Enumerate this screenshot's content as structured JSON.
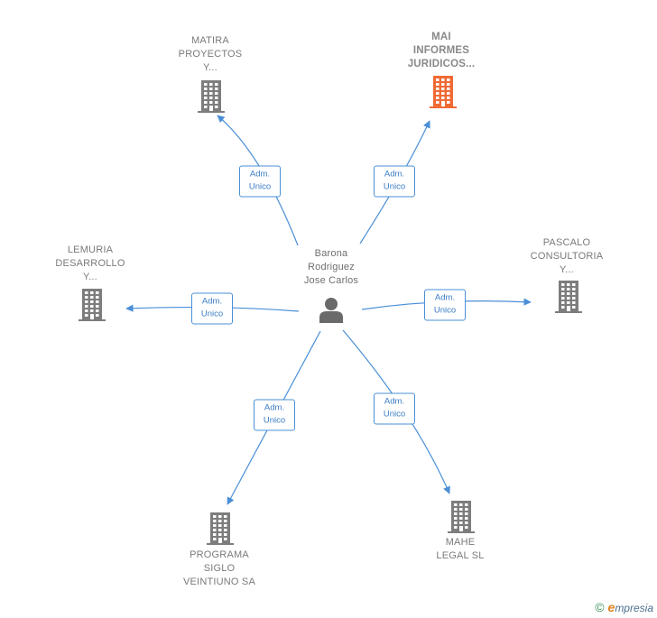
{
  "center": {
    "name_lines": [
      "Barona",
      "Rodriguez",
      "Jose Carlos"
    ],
    "icon": "person-icon"
  },
  "companies": [
    {
      "id": "matira",
      "name_lines": [
        "MATIRA",
        "PROYECTOS",
        "Y..."
      ],
      "highlight": false,
      "icon": "building-icon"
    },
    {
      "id": "mai",
      "name_lines": [
        "MAI",
        "INFORMES",
        "JURIDICOS..."
      ],
      "highlight": true,
      "icon": "building-icon"
    },
    {
      "id": "lemuria",
      "name_lines": [
        "LEMURIA",
        "DESARROLLO",
        "Y..."
      ],
      "highlight": false,
      "icon": "building-icon"
    },
    {
      "id": "pascalo",
      "name_lines": [
        "PASCALO",
        "CONSULTORIA",
        "Y..."
      ],
      "highlight": false,
      "icon": "building-icon"
    },
    {
      "id": "programa",
      "name_lines": [
        "PROGRAMA",
        "SIGLO",
        "VEINTIUNO SA"
      ],
      "highlight": false,
      "icon": "building-icon"
    },
    {
      "id": "mahe",
      "name_lines": [
        "MAHE",
        "LEGAL  SL"
      ],
      "highlight": false,
      "icon": "building-icon"
    }
  ],
  "relations": [
    {
      "to": "matira",
      "role_lines": [
        "Adm.",
        "Unico"
      ]
    },
    {
      "to": "mai",
      "role_lines": [
        "Adm.",
        "Unico"
      ]
    },
    {
      "to": "lemuria",
      "role_lines": [
        "Adm.",
        "Unico"
      ]
    },
    {
      "to": "pascalo",
      "role_lines": [
        "Adm.",
        "Unico"
      ]
    },
    {
      "to": "programa",
      "role_lines": [
        "Adm.",
        "Unico"
      ]
    },
    {
      "to": "mahe",
      "role_lines": [
        "Adm.",
        "Unico"
      ]
    }
  ],
  "footer": {
    "copyright_symbol": "©",
    "brand_initial": "e",
    "brand_rest": "mpresia"
  },
  "colors": {
    "edge": "#4a8fd6",
    "building": "#7d7d7d",
    "building_highlight": "#f06a35",
    "person": "#6a6a6a"
  }
}
